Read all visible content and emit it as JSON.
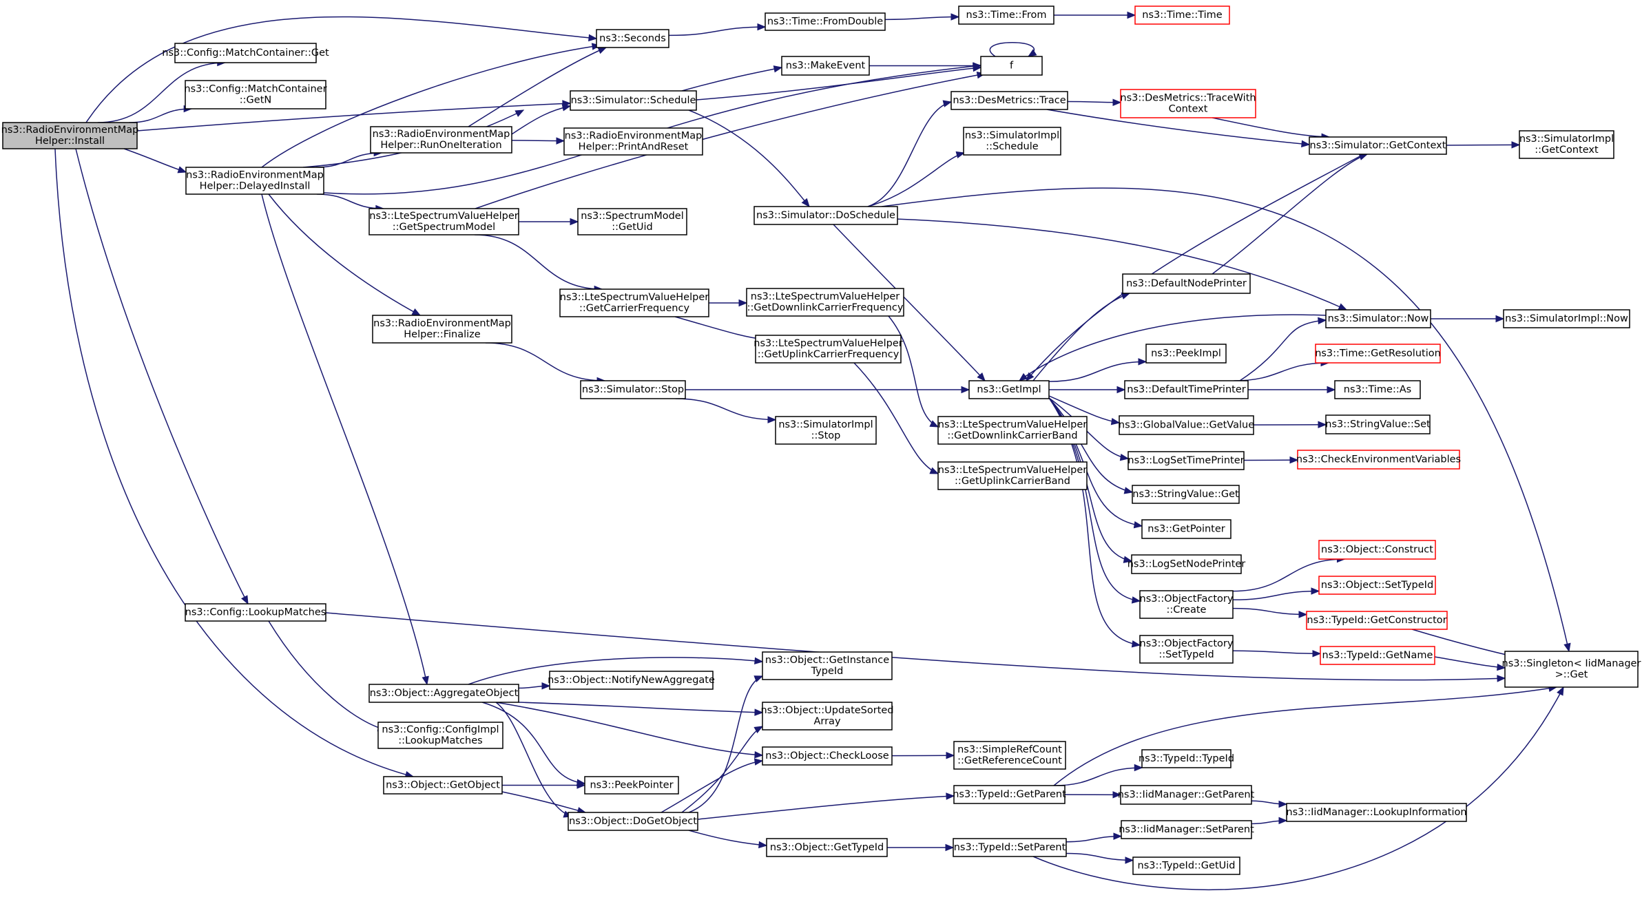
{
  "nodes": [
    {
      "id": "install",
      "lines": [
        "ns3::RadioEnvironmentMap",
        "Helper::Install"
      ],
      "style": "root"
    },
    {
      "id": "mcget",
      "lines": [
        "ns3::Config::MatchContainer::Get"
      ]
    },
    {
      "id": "mcgetn",
      "lines": [
        "ns3::Config::MatchContainer",
        "::GetN"
      ]
    },
    {
      "id": "delayed",
      "lines": [
        "ns3::RadioEnvironmentMap",
        "Helper::DelayedInstall"
      ]
    },
    {
      "id": "lookup",
      "lines": [
        "ns3::Config::LookupMatches"
      ]
    },
    {
      "id": "getobject",
      "lines": [
        "ns3::Object::GetObject"
      ]
    },
    {
      "id": "seconds",
      "lines": [
        "ns3::Seconds"
      ]
    },
    {
      "id": "schedule",
      "lines": [
        "ns3::Simulator::Schedule"
      ]
    },
    {
      "id": "runone",
      "lines": [
        "ns3::RadioEnvironmentMap",
        "Helper::RunOneIteration"
      ]
    },
    {
      "id": "printreset",
      "lines": [
        "ns3::RadioEnvironmentMap",
        "Helper::PrintAndReset"
      ]
    },
    {
      "id": "getspec",
      "lines": [
        "ns3::LteSpectrumValueHelper",
        "::GetSpectrumModel"
      ]
    },
    {
      "id": "specuid",
      "lines": [
        "ns3::SpectrumModel",
        "::GetUid"
      ]
    },
    {
      "id": "carrier",
      "lines": [
        "ns3::LteSpectrumValueHelper",
        "::GetCarrierFrequency"
      ]
    },
    {
      "id": "finalize",
      "lines": [
        "ns3::RadioEnvironmentMap",
        "Helper::Finalize"
      ]
    },
    {
      "id": "stop",
      "lines": [
        "ns3::Simulator::Stop"
      ]
    },
    {
      "id": "aggregate",
      "lines": [
        "ns3::Object::AggregateObject"
      ]
    },
    {
      "id": "cilookup",
      "lines": [
        "ns3::Config::ConfigImpl",
        "::LookupMatches"
      ]
    },
    {
      "id": "dogetobject",
      "lines": [
        "ns3::Object::DoGetObject"
      ]
    },
    {
      "id": "fromdouble",
      "lines": [
        "ns3::Time::FromDouble"
      ]
    },
    {
      "id": "timefrom",
      "lines": [
        "ns3::Time::From"
      ]
    },
    {
      "id": "timetime",
      "lines": [
        "ns3::Time::Time"
      ],
      "style": "red"
    },
    {
      "id": "makeevent",
      "lines": [
        "ns3::MakeEvent"
      ]
    },
    {
      "id": "f",
      "lines": [
        "f"
      ]
    },
    {
      "id": "doschedule",
      "lines": [
        "ns3::Simulator::DoSchedule"
      ]
    },
    {
      "id": "dlfreq",
      "lines": [
        "ns3::LteSpectrumValueHelper",
        "::GetDownlinkCarrierFrequency"
      ]
    },
    {
      "id": "ulfreq",
      "lines": [
        "ns3::LteSpectrumValueHelper",
        "::GetUplinkCarrierFrequency"
      ]
    },
    {
      "id": "simimplstop",
      "lines": [
        "ns3::SimulatorImpl",
        "::Stop"
      ]
    },
    {
      "id": "getinstance",
      "lines": [
        "ns3::Object::GetInstance",
        "TypeId"
      ]
    },
    {
      "id": "notifynew",
      "lines": [
        "ns3::Object::NotifyNewAggregate"
      ]
    },
    {
      "id": "updatesorted",
      "lines": [
        "ns3::Object::UpdateSorted",
        "Array"
      ]
    },
    {
      "id": "checkloose",
      "lines": [
        "ns3::Object::CheckLoose"
      ]
    },
    {
      "id": "peekpointer",
      "lines": [
        "ns3::PeekPointer"
      ]
    },
    {
      "id": "objgettypeid",
      "lines": [
        "ns3::Object::GetTypeId"
      ]
    },
    {
      "id": "desmetrics",
      "lines": [
        "ns3::DesMetrics::Trace"
      ]
    },
    {
      "id": "simimplsched",
      "lines": [
        "ns3::SimulatorImpl",
        "::Schedule"
      ]
    },
    {
      "id": "getimpl",
      "lines": [
        "ns3::GetImpl"
      ]
    },
    {
      "id": "dlband",
      "lines": [
        "ns3::LteSpectrumValueHelper",
        "::GetDownlinkCarrierBand"
      ]
    },
    {
      "id": "ulband",
      "lines": [
        "ns3::LteSpectrumValueHelper",
        "::GetUplinkCarrierBand"
      ]
    },
    {
      "id": "simplerefcount",
      "lines": [
        "ns3::SimpleRefCount",
        "::GetReferenceCount"
      ]
    },
    {
      "id": "typeidgetparent",
      "lines": [
        "ns3::TypeId::GetParent"
      ]
    },
    {
      "id": "typeidsetparent",
      "lines": [
        "ns3::TypeId::SetParent"
      ]
    },
    {
      "id": "tracewith",
      "lines": [
        "ns3::DesMetrics::TraceWith",
        "Context"
      ],
      "style": "red"
    },
    {
      "id": "defaultnode",
      "lines": [
        "ns3::DefaultNodePrinter"
      ]
    },
    {
      "id": "peekimpl",
      "lines": [
        "ns3::PeekImpl"
      ]
    },
    {
      "id": "defaulttime",
      "lines": [
        "ns3::DefaultTimePrinter"
      ]
    },
    {
      "id": "globalvalue",
      "lines": [
        "ns3::GlobalValue::GetValue"
      ]
    },
    {
      "id": "logsettime",
      "lines": [
        "ns3::LogSetTimePrinter"
      ]
    },
    {
      "id": "stringget",
      "lines": [
        "ns3::StringValue::Get"
      ]
    },
    {
      "id": "getpointer",
      "lines": [
        "ns3::GetPointer"
      ]
    },
    {
      "id": "logsetnode",
      "lines": [
        "ns3::LogSetNodePrinter"
      ]
    },
    {
      "id": "ofcreate",
      "lines": [
        "ns3::ObjectFactory",
        "::Create"
      ]
    },
    {
      "id": "ofsettypeid",
      "lines": [
        "ns3::ObjectFactory",
        "::SetTypeId"
      ]
    },
    {
      "id": "typeidtypeid",
      "lines": [
        "ns3::TypeId::TypeId"
      ]
    },
    {
      "id": "iidgetparent",
      "lines": [
        "ns3::IidManager::GetParent"
      ]
    },
    {
      "id": "iidsetparent",
      "lines": [
        "ns3::IidManager::SetParent"
      ]
    },
    {
      "id": "typeidgetuid",
      "lines": [
        "ns3::TypeId::GetUid"
      ]
    },
    {
      "id": "getcontext",
      "lines": [
        "ns3::Simulator::GetContext"
      ]
    },
    {
      "id": "simnow",
      "lines": [
        "ns3::Simulator::Now"
      ]
    },
    {
      "id": "getres",
      "lines": [
        "ns3::Time::GetResolution"
      ],
      "style": "red"
    },
    {
      "id": "timeas",
      "lines": [
        "ns3::Time::As"
      ]
    },
    {
      "id": "stringset",
      "lines": [
        "ns3::StringValue::Set"
      ]
    },
    {
      "id": "checkenv",
      "lines": [
        "ns3::CheckEnvironmentVariables"
      ],
      "style": "red"
    },
    {
      "id": "construct",
      "lines": [
        "ns3::Object::Construct"
      ],
      "style": "red"
    },
    {
      "id": "settypeid",
      "lines": [
        "ns3::Object::SetTypeId"
      ],
      "style": "red"
    },
    {
      "id": "getconstructor",
      "lines": [
        "ns3::TypeId::GetConstructor"
      ],
      "style": "red"
    },
    {
      "id": "getname",
      "lines": [
        "ns3::TypeId::GetName"
      ],
      "style": "red"
    },
    {
      "id": "iidlookupinfo",
      "lines": [
        "ns3::IidManager::LookupInformation"
      ]
    },
    {
      "id": "simimplctx",
      "lines": [
        "ns3::SimulatorImpl",
        "::GetContext"
      ]
    },
    {
      "id": "simimplnow",
      "lines": [
        "ns3::SimulatorImpl::Now"
      ]
    },
    {
      "id": "singleton",
      "lines": [
        "ns3::Singleton< IidManager",
        ">::Get"
      ]
    }
  ],
  "edges": [
    [
      "install",
      "seconds"
    ],
    [
      "install",
      "mcget"
    ],
    [
      "install",
      "mcgetn"
    ],
    [
      "install",
      "schedule"
    ],
    [
      "install",
      "delayed"
    ],
    [
      "install",
      "lookup"
    ],
    [
      "install",
      "getobject"
    ],
    [
      "delayed",
      "seconds"
    ],
    [
      "delayed",
      "schedule"
    ],
    [
      "delayed",
      "runone"
    ],
    [
      "delayed",
      "f"
    ],
    [
      "delayed",
      "getspec"
    ],
    [
      "delayed",
      "finalize"
    ],
    [
      "delayed",
      "aggregate"
    ],
    [
      "runone",
      "seconds"
    ],
    [
      "runone",
      "schedule"
    ],
    [
      "runone",
      "printreset"
    ],
    [
      "schedule",
      "makeevent"
    ],
    [
      "schedule",
      "f"
    ],
    [
      "schedule",
      "doschedule"
    ],
    [
      "seconds",
      "fromdouble"
    ],
    [
      "fromdouble",
      "timefrom"
    ],
    [
      "timefrom",
      "timetime"
    ],
    [
      "makeevent",
      "f"
    ],
    [
      "f",
      "f"
    ],
    [
      "getspec",
      "specuid"
    ],
    [
      "getspec",
      "carrier"
    ],
    [
      "getspec",
      "f"
    ],
    [
      "carrier",
      "dlfreq"
    ],
    [
      "carrier",
      "ulfreq"
    ],
    [
      "dlfreq",
      "dlband"
    ],
    [
      "ulfreq",
      "ulband"
    ],
    [
      "finalize",
      "stop"
    ],
    [
      "stop",
      "getimpl"
    ],
    [
      "stop",
      "simimplstop"
    ],
    [
      "doschedule",
      "desmetrics"
    ],
    [
      "doschedule",
      "simimplsched"
    ],
    [
      "doschedule",
      "getimpl"
    ],
    [
      "doschedule",
      "simnow"
    ],
    [
      "doschedule",
      "singleton"
    ],
    [
      "desmetrics",
      "tracewith"
    ],
    [
      "desmetrics",
      "getcontext"
    ],
    [
      "tracewith",
      "getcontext"
    ],
    [
      "getcontext",
      "simimplctx"
    ],
    [
      "getcontext",
      "getimpl"
    ],
    [
      "defaultnode",
      "getcontext"
    ],
    [
      "getimpl",
      "defaultnode"
    ],
    [
      "getimpl",
      "peekimpl"
    ],
    [
      "getimpl",
      "defaulttime"
    ],
    [
      "getimpl",
      "globalvalue"
    ],
    [
      "getimpl",
      "logsettime"
    ],
    [
      "getimpl",
      "stringget"
    ],
    [
      "getimpl",
      "getpointer"
    ],
    [
      "getimpl",
      "logsetnode"
    ],
    [
      "getimpl",
      "ofcreate"
    ],
    [
      "getimpl",
      "ofsettypeid"
    ],
    [
      "simnow",
      "getimpl"
    ],
    [
      "simnow",
      "simimplnow"
    ],
    [
      "defaulttime",
      "simnow"
    ],
    [
      "defaulttime",
      "getres"
    ],
    [
      "defaulttime",
      "timeas"
    ],
    [
      "globalvalue",
      "stringset"
    ],
    [
      "logsettime",
      "checkenv"
    ],
    [
      "ofcreate",
      "construct"
    ],
    [
      "ofcreate",
      "settypeid"
    ],
    [
      "ofcreate",
      "getconstructor"
    ],
    [
      "ofsettypeid",
      "getname"
    ],
    [
      "getname",
      "singleton"
    ],
    [
      "getconstructor",
      "singleton"
    ],
    [
      "lookup",
      "cilookup"
    ],
    [
      "lookup",
      "singleton"
    ],
    [
      "getobject",
      "peekpointer"
    ],
    [
      "getobject",
      "dogetobject"
    ],
    [
      "aggregate",
      "getinstance"
    ],
    [
      "aggregate",
      "notifynew"
    ],
    [
      "aggregate",
      "updatesorted"
    ],
    [
      "aggregate",
      "checkloose"
    ],
    [
      "aggregate",
      "peekpointer"
    ],
    [
      "aggregate",
      "dogetobject"
    ],
    [
      "dogetobject",
      "getinstance"
    ],
    [
      "dogetobject",
      "updatesorted"
    ],
    [
      "dogetobject",
      "checkloose"
    ],
    [
      "dogetobject",
      "typeidgetparent"
    ],
    [
      "dogetobject",
      "objgettypeid"
    ],
    [
      "checkloose",
      "simplerefcount"
    ],
    [
      "objgettypeid",
      "typeidsetparent"
    ],
    [
      "typeidgetparent",
      "typeidtypeid"
    ],
    [
      "typeidgetparent",
      "iidgetparent"
    ],
    [
      "typeidgetparent",
      "singleton"
    ],
    [
      "typeidsetparent",
      "iidsetparent"
    ],
    [
      "typeidsetparent",
      "typeidgetuid"
    ],
    [
      "typeidsetparent",
      "singleton"
    ],
    [
      "iidgetparent",
      "iidlookupinfo"
    ],
    [
      "iidsetparent",
      "iidlookupinfo"
    ]
  ],
  "colors": {
    "edge": "#191970",
    "node_border": "#000000",
    "red_border": "#ff0000",
    "root_fill": "#bfbfbf"
  }
}
